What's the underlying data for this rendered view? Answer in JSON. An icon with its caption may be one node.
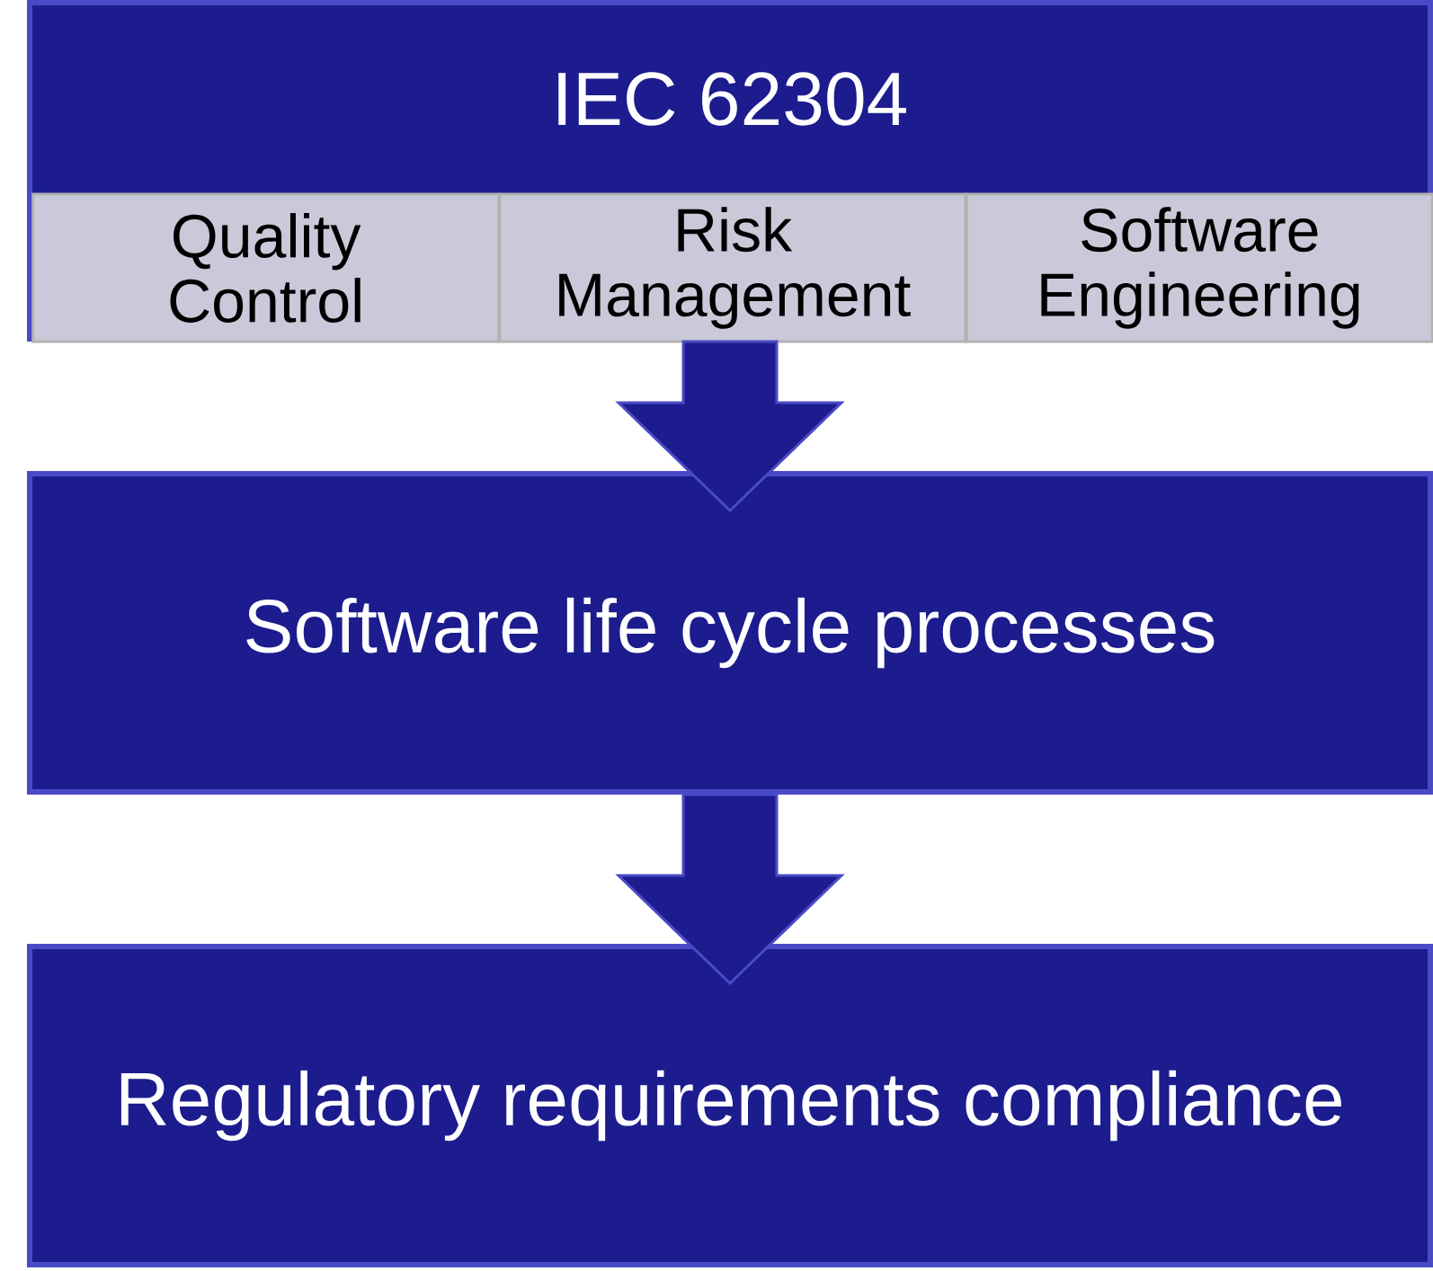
{
  "diagram": {
    "nodes": [
      {
        "text": [
          "IEC 62304"
        ]
      },
      {
        "text": [
          "Quality Control"
        ],
        "in": 0
      },
      {
        "text": [
          "Risk Management"
        ],
        "in": 0
      },
      {
        "text": [
          "Software Engineering"
        ],
        "in": 0
      },
      {
        "text": [
          "Software life cycle processes"
        ]
      },
      {
        "text": [
          "Regulatory requirements compliance"
        ]
      }
    ],
    "edges": [
      {
        "from": 0,
        "to": 4,
        "arrow": "to"
      },
      {
        "from": 4,
        "to": 5,
        "arrow": "to"
      }
    ]
  }
}
